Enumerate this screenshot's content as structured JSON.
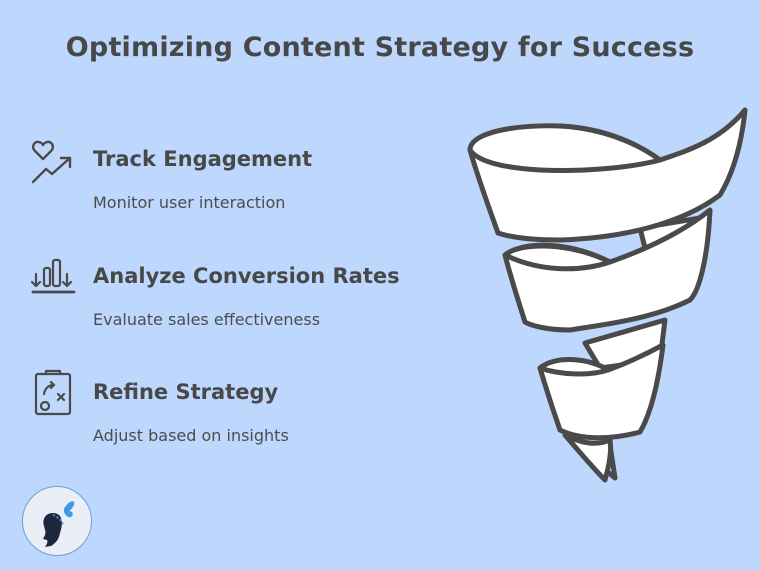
{
  "title": "Optimizing Content Strategy for Success",
  "colors": {
    "background": "#bdd7fd",
    "text": "#484848",
    "funnel_fill": "#ffffff",
    "funnel_stroke": "#4a4a4a",
    "logo_ring": "#6d9fd8"
  },
  "items": [
    {
      "icon": "heart-trend-up-icon",
      "heading": "Track Engagement",
      "description": "Monitor user interaction"
    },
    {
      "icon": "bar-chart-down-arrows-icon",
      "heading": "Analyze Conversion Rates",
      "description": "Evaluate sales effectiveness"
    },
    {
      "icon": "clipboard-strategy-icon",
      "heading": "Refine Strategy",
      "description": "Adjust based on insights"
    }
  ],
  "graphic": "spiral-funnel",
  "logo": "silhouette-butterfly-logo"
}
